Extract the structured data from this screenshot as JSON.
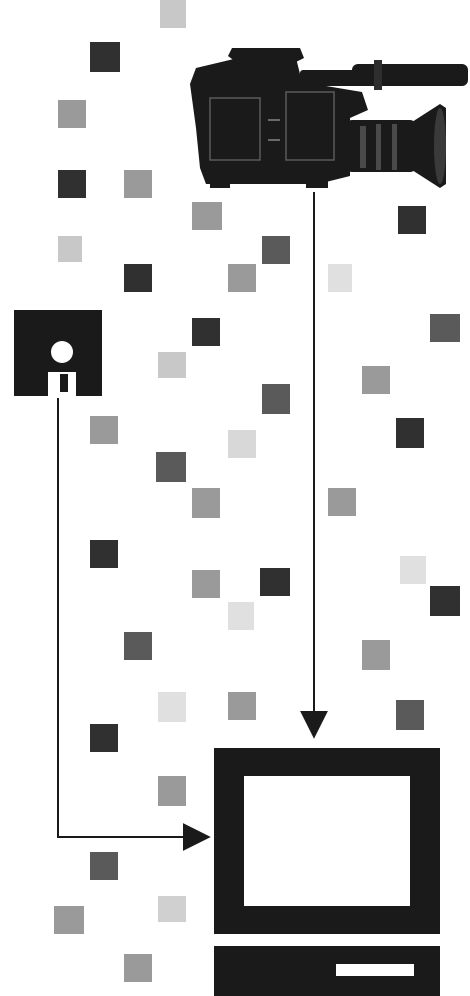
{
  "colors": {
    "ink": "#1a1a1a",
    "square_dark": "#303030",
    "square_mid": "#5a5a5a",
    "square_light": "#9a9a9a",
    "square_pale": "#c8c8c8",
    "paper": "#ffffff"
  },
  "icons": {
    "camera": "video-camera-icon",
    "disk": "floppy-disk-icon",
    "monitor": "monitor-icon",
    "base_unit": "computer-base-unit-icon"
  },
  "connections": [
    {
      "from": "video-camera",
      "to": "monitor"
    },
    {
      "from": "floppy-disk",
      "to": "monitor"
    }
  ]
}
